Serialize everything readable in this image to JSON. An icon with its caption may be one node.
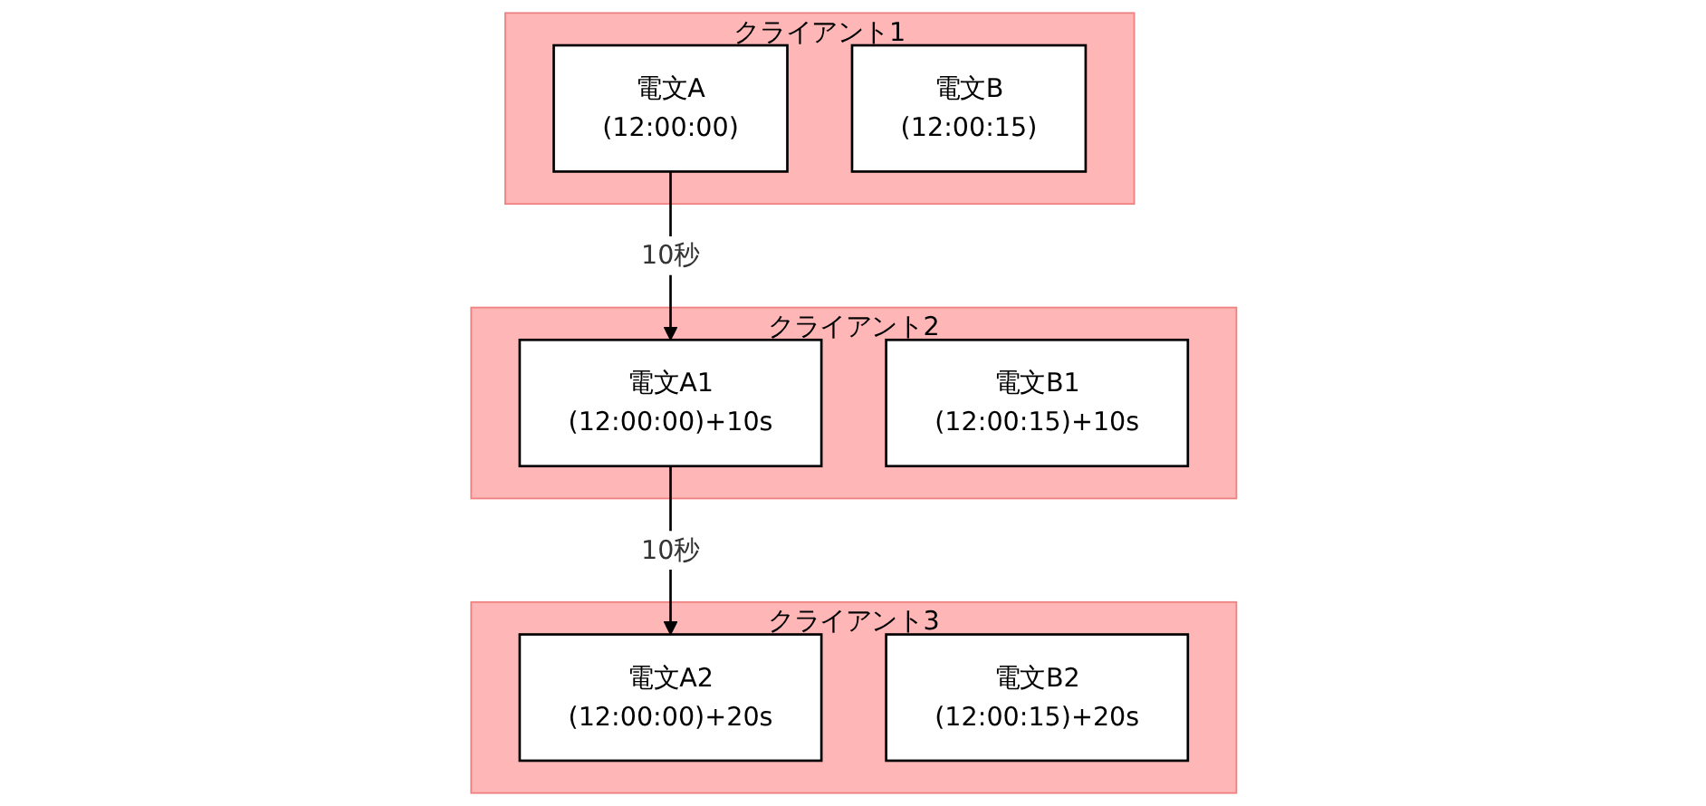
{
  "diagram": {
    "nodes": [
      {
        "text": [
          "クライアント1"
        ]
      },
      {
        "text": [
          "電文A",
          "(12:00:00)"
        ],
        "in": 0
      },
      {
        "text": [
          "電文B",
          "(12:00:15)"
        ],
        "in": 0
      },
      {
        "text": [
          "クライアント2"
        ]
      },
      {
        "text": [
          "電文A1",
          "(12:00:00)+10s"
        ],
        "in": 3
      },
      {
        "text": [
          "電文B1",
          "(12:00:15)+10s"
        ],
        "in": 3
      },
      {
        "text": [
          "クライアント3"
        ]
      },
      {
        "text": [
          "電文A2",
          "(12:00:00)+20s"
        ],
        "in": 6
      },
      {
        "text": [
          "電文B2",
          "(12:00:15)+20s"
        ],
        "in": 6
      }
    ],
    "edges": [
      {
        "from": 1,
        "to": 4,
        "arrow": "to",
        "label": "10秒"
      },
      {
        "from": 4,
        "to": 7,
        "arrow": "to",
        "label": "10秒"
      }
    ]
  }
}
